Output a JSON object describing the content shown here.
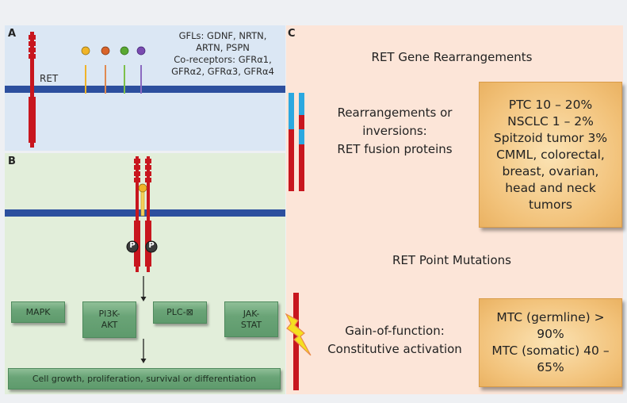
{
  "panel_a": {
    "label": "A",
    "receptor_label": "RET",
    "ligand_text": [
      "GFLs: GDNF, NRTN,",
      "ARTN, PSPN",
      "Co-receptors: GFRα1,",
      "GFRα2, GFRα3, GFRα4"
    ],
    "ligand_colors": [
      "#f0b428",
      "#d9642a",
      "#5aa832",
      "#7a4bb0"
    ]
  },
  "panel_b": {
    "label": "B",
    "phospho_label": "P",
    "pathways": [
      "MAPK",
      "PI3K-\nAKT",
      "PLC-⊠",
      "JAK-\nSTAT"
    ],
    "outcome": "Cell growth, proliferation, survival or differentiation"
  },
  "panel_c": {
    "label": "C",
    "rearrangements": {
      "title": "RET Gene Rearrangements",
      "description": "Rearrangements or\ninversions:\nRET fusion proteins",
      "tumors": "PTC 10 – 20%\nNSCLC 1 – 2%\nSpitzoid tumor 3%\nCMML, colorectal,\nbreast, ovarian,\nhead and neck\ntumors"
    },
    "point_mutations": {
      "title": "RET Point Mutations",
      "description": "Gain-of-function:\nConstitutive activation",
      "tumors": "MTC (germline) >\n90%\nMTC (somatic) 40 –\n65%"
    }
  },
  "colors": {
    "membrane": "#2c4f9e",
    "ret": "#c8161e",
    "fusion_partner": "#2ba8e0"
  }
}
